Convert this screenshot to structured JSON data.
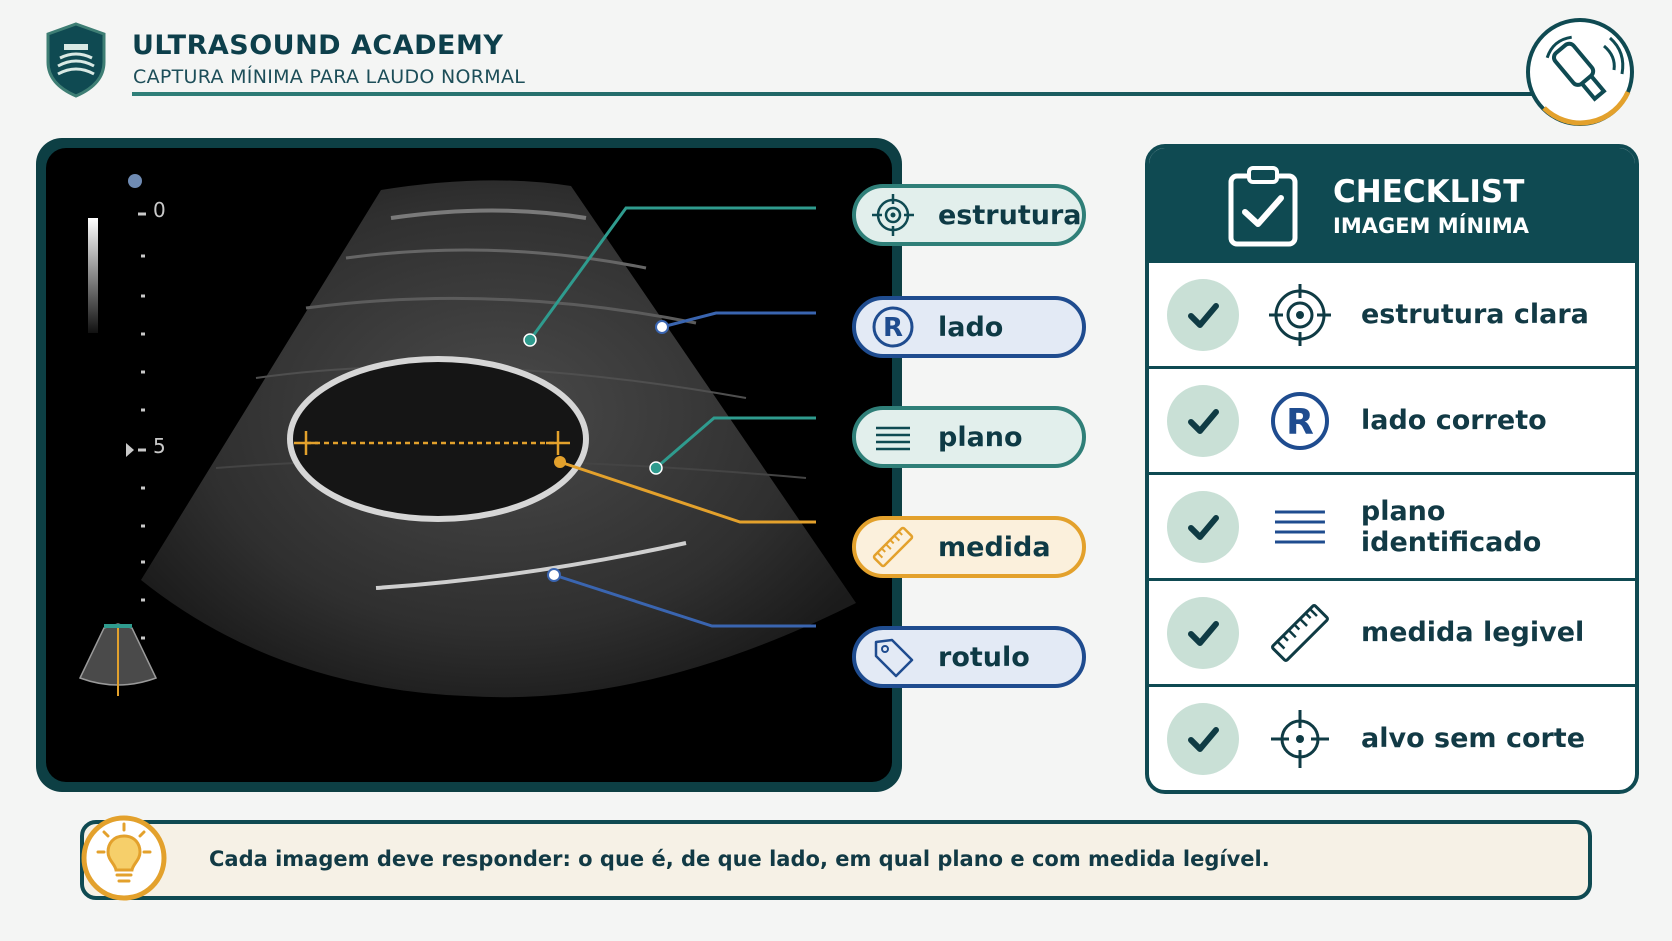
{
  "header": {
    "title": "ULTRASOUND ACADEMY",
    "subtitle": "CAPTURA MÍNIMA PARA LAUDO NORMAL"
  },
  "depth_scale": {
    "top": "0",
    "mid": "5"
  },
  "callouts": [
    {
      "label": "estrutura",
      "icon": "target-icon",
      "color": "#2f7f78"
    },
    {
      "label": "lado",
      "icon": "r-circle-icon",
      "color": "#1f4c8f"
    },
    {
      "label": "plano",
      "icon": "lines-icon",
      "color": "#2f7f78"
    },
    {
      "label": "medida",
      "icon": "ruler-icon",
      "color": "#e3a12c"
    },
    {
      "label": "rotulo",
      "icon": "tag-icon",
      "color": "#1f4c8f"
    }
  ],
  "checklist": {
    "title": "CHECKLIST",
    "subtitle": "IMAGEM MÍNIMA",
    "items": [
      {
        "label": "estrutura clara",
        "icon": "target-icon",
        "checked": true
      },
      {
        "label": "lado correto",
        "icon": "r-circle-icon",
        "checked": true
      },
      {
        "label": "plano identificado",
        "icon": "lines-icon",
        "checked": true
      },
      {
        "label": "medida legivel",
        "icon": "ruler-icon",
        "checked": true
      },
      {
        "label": "alvo sem corte",
        "icon": "crosshair-icon",
        "checked": true
      }
    ]
  },
  "tip": {
    "text": "Cada imagem deve responder: o que é, de que lado, em qual plano e com medida legível.",
    "icon": "lightbulb-icon"
  },
  "colors": {
    "primary": "#0f4a52",
    "teal": "#2f7f78",
    "blue": "#1f4c8f",
    "orange": "#e3a12c"
  }
}
